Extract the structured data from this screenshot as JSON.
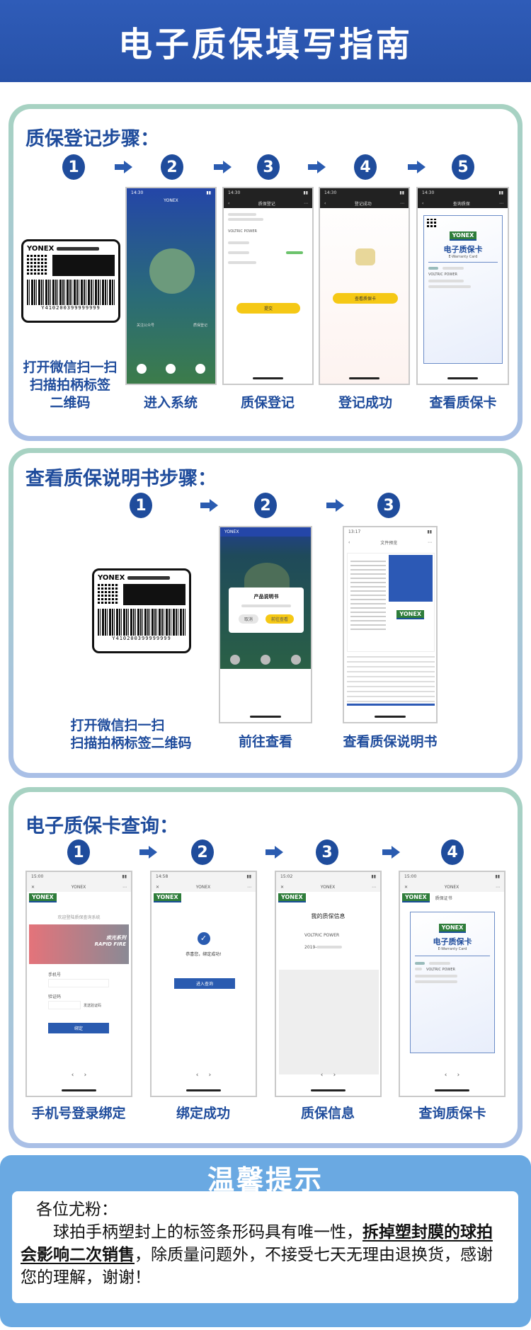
{
  "header": {
    "title": "电子质保填写指南"
  },
  "section1": {
    "title": "质保登记步骤：",
    "steps": [
      {
        "num": "1",
        "label_lines": [
          "打开微信扫一扫",
          "扫描拍柄标签",
          "二维码"
        ]
      },
      {
        "num": "2",
        "label": "进入系统"
      },
      {
        "num": "3",
        "label": "质保登记"
      },
      {
        "num": "4",
        "label": "登记成功"
      },
      {
        "num": "5",
        "label": "查看质保卡"
      }
    ],
    "screens": {
      "time": "14:30",
      "brand": "YONEX",
      "btn_left": "关注公众号",
      "btn_right": "质保登记",
      "reg_title": "质保登记",
      "product": "VOLTRIC POWER",
      "submit": "提交",
      "success_title": "登记成功",
      "view_card": "查看质保卡",
      "card_page_title": "查询质保",
      "card_title": "电子质保卡",
      "card_sub": "E-Warranty Card"
    }
  },
  "sticker": {
    "brand": "YONEX",
    "barcode_number": "Y410200399999999"
  },
  "section2": {
    "title": "查看质保说明书步骤：",
    "steps": [
      {
        "num": "1",
        "label_lines": [
          "打开微信扫一扫",
          "扫描拍柄标签二维码"
        ]
      },
      {
        "num": "2",
        "label": "前往查看"
      },
      {
        "num": "3",
        "label": "查看质保说明书"
      }
    ],
    "screens": {
      "brand": "YONEX",
      "dialog_title": "产品说明书",
      "cancel": "取消",
      "confirm": "前往查看",
      "time": "13:17",
      "doc_title": "文件预览"
    }
  },
  "section3": {
    "title": "电子质保卡查询：",
    "steps": [
      {
        "num": "1",
        "label": "手机号登录绑定"
      },
      {
        "num": "2",
        "label": "绑定成功"
      },
      {
        "num": "3",
        "label": "质保信息"
      },
      {
        "num": "4",
        "label": "查询质保卡"
      }
    ],
    "screens": {
      "times": [
        "15:00",
        "14:58",
        "15:02",
        "15:00"
      ],
      "brand": "YONEX",
      "welcome": "欢迎登陆质保查询系统",
      "banner": "RAPID FIRE",
      "banner_cn": "疾光系列",
      "phone_label": "手机号",
      "code_label": "验证码",
      "send_code": "发送验证码",
      "bind": "绑定",
      "bind_success": "恭喜您，绑定成功!",
      "enter_query": "进入查询",
      "my_info": "我的质保信息",
      "product": "VOLTRIC POWER",
      "date_prefix": "2019-",
      "cert_title": "质保证书",
      "card_title": "电子质保卡",
      "card_sub": "E-Warranty Card"
    }
  },
  "tips": {
    "title": "温馨提示",
    "greeting": "各位尤粉：",
    "text_1": "球拍手柄塑封上的标签条形码具有唯一性，",
    "text_bold": "拆掉塑封膜的球拍会影响二次销售",
    "text_2": "，除质量问题外，不接受七天无理由退换货，感谢您的理解，谢谢！"
  },
  "colors": {
    "primary": "#1f4c9c",
    "header": "#2f5cb8",
    "tips_bg": "#6aa9e2",
    "yellow": "#f5c815"
  }
}
